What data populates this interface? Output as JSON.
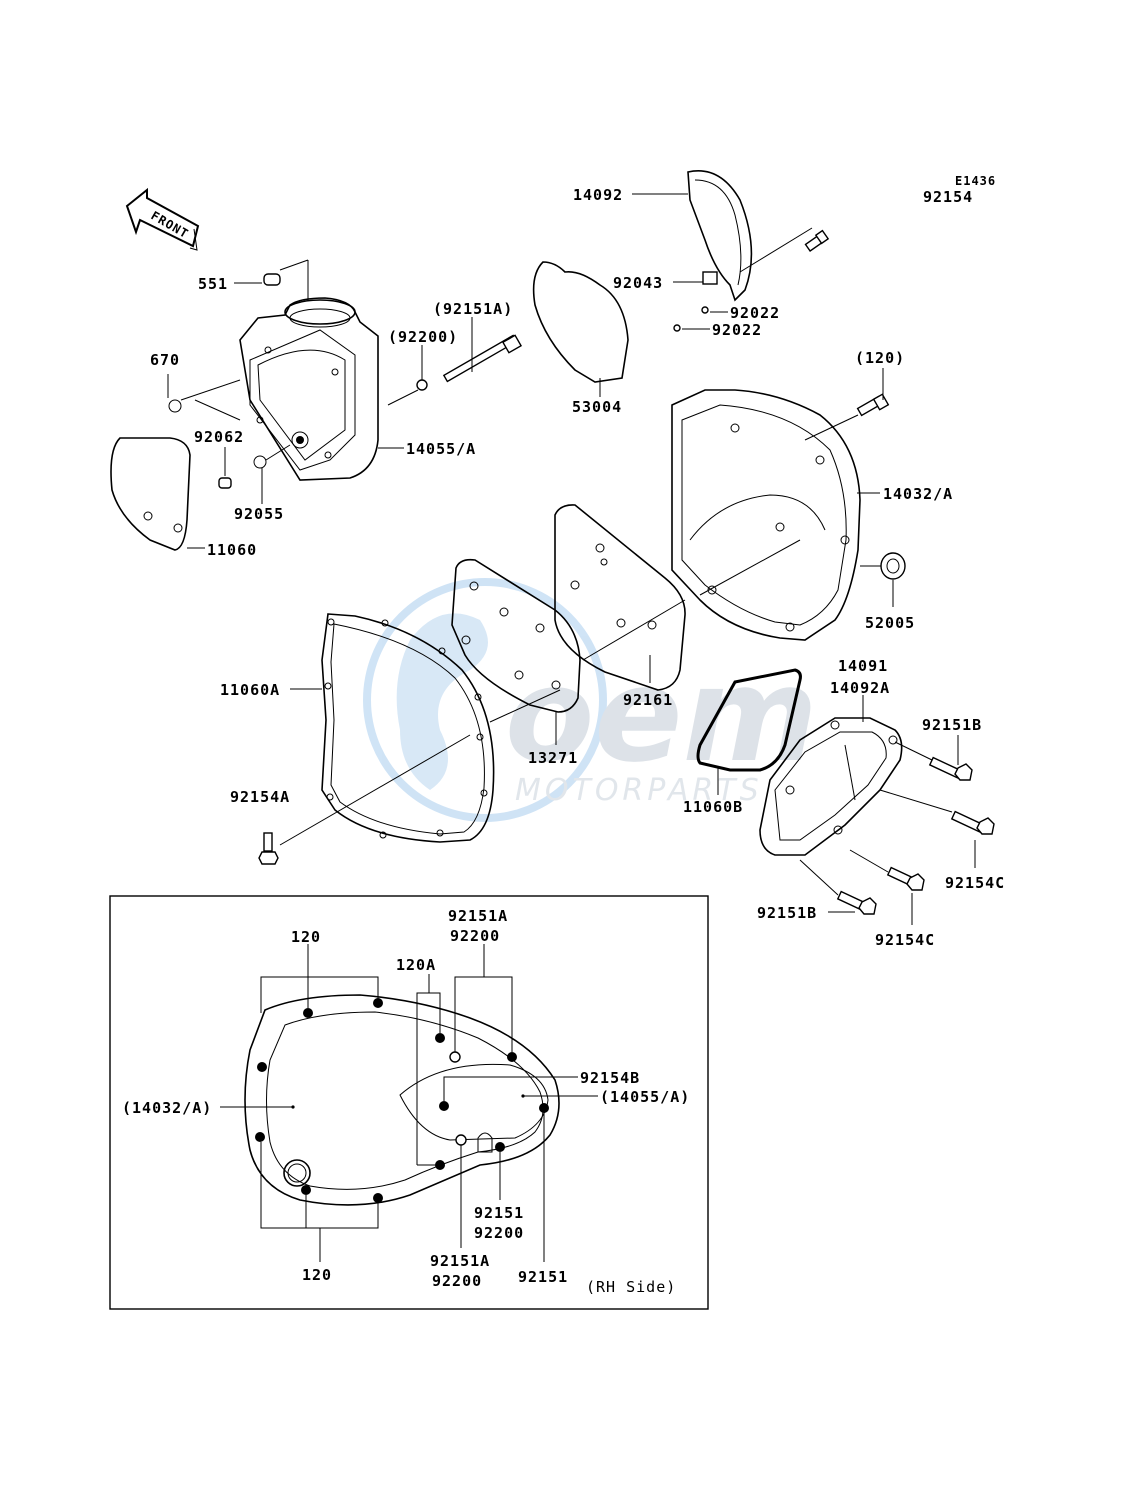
{
  "diagram_code": "E1436",
  "front_label": "FRONT",
  "watermark": {
    "brand": "oem",
    "sub": "MOTORPARTS",
    "color": "#9fc3e6"
  },
  "labels": {
    "p14092": "14092",
    "p92154": "92154",
    "p92043": "92043",
    "p92022a": "92022",
    "p92022b": "92022",
    "p53004": "53004",
    "p551": "551",
    "p92151A_paren": "(92151A)",
    "p92200_paren": "(92200)",
    "p670": "670",
    "p92062": "92062",
    "p14055A": "14055/A",
    "p92055": "92055",
    "p11060": "11060",
    "p120_paren": "(120)",
    "p14032A": "14032/A",
    "p52005": "52005",
    "p92161": "92161",
    "p11060A": "11060A",
    "p13271": "13271",
    "p14091": "14091",
    "p14092A": "14092A",
    "p92151B_top": "92151B",
    "p92154A": "92154A",
    "p11060B": "11060B",
    "p92154C_right": "92154C",
    "p92151B_bot": "92151B",
    "p92154C_bot": "92154C"
  },
  "inset": {
    "l120_top": "120",
    "l92151A_top": "92151A",
    "l92200_top": "92200",
    "l120A": "120A",
    "l92154B": "92154B",
    "l14032A": "(14032/A)",
    "l14055A": "(14055/A)",
    "l92151_mid": "92151",
    "l92200_mid": "92200",
    "l120_bot": "120",
    "l92151A_bot": "92151A",
    "l92200_bot": "92200",
    "l92151_bot": "92151",
    "side": "(RH Side)"
  }
}
